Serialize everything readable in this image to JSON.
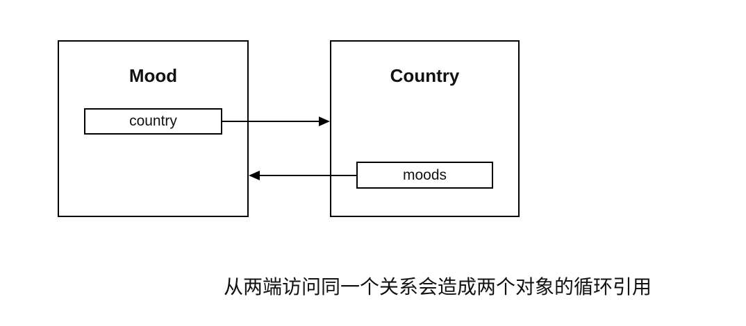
{
  "diagram": {
    "classes": [
      {
        "name": "Mood",
        "fields": [
          "country"
        ]
      },
      {
        "name": "Country",
        "fields": [
          "moods"
        ]
      }
    ],
    "relations": [
      {
        "from": "Mood.country",
        "to": "Country",
        "direction": "right"
      },
      {
        "from": "Country.moods",
        "to": "Mood",
        "direction": "left"
      }
    ],
    "caption": "从两端访问同一个关系会造成两个对象的循环引用"
  },
  "colors": {
    "stroke": "#000000",
    "text": "#111111",
    "background": "#ffffff"
  }
}
